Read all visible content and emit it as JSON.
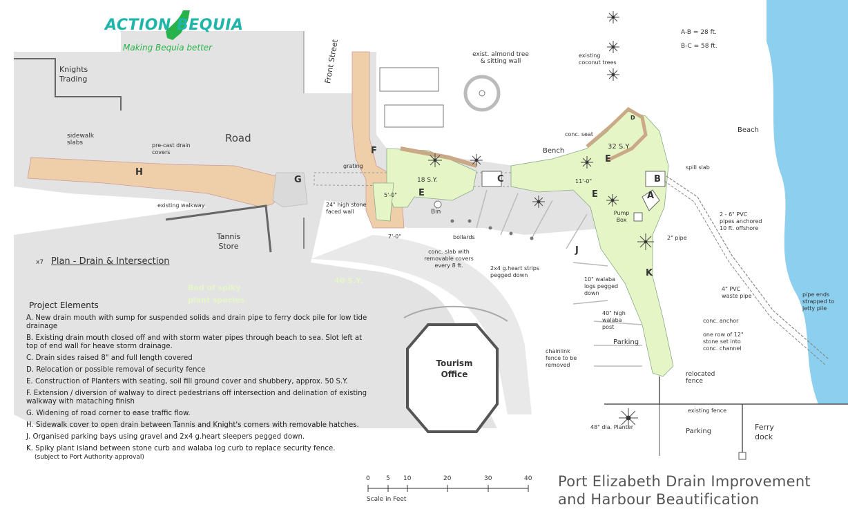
{
  "logo": {
    "name": "ACTION BEQUIA",
    "tagline": "Making Bequia better"
  },
  "dimensions": {
    "ab": "A-B = 28 ft.",
    "bc": "B-C = 58 ft."
  },
  "places": {
    "knights": "Knights Trading",
    "front_street": "Front Street",
    "road": "Road",
    "tannis": "Tannis Store",
    "tourism": "Tourism Office",
    "ferry_dock": "Ferry dock",
    "beach": "Beach",
    "parking_1": "Parking",
    "parking_2": "Parking",
    "bin": "Bin"
  },
  "letters": [
    "A",
    "B",
    "C",
    "D",
    "E",
    "E",
    "E",
    "F",
    "G",
    "H",
    "J",
    "K"
  ],
  "annotations": {
    "almond": "exist. almond tree & sitting wall",
    "coconut": "existing coconut trees",
    "sidewalk_slabs": "sidewalk slabs",
    "precast": "pre-cast drain covers",
    "existing_walkway": "existing     walkway",
    "grating": "grating",
    "stone_wall": "24\" high stone faced wall",
    "dim_5": "5'-0\"",
    "dim_7": "7'-0\"",
    "dim_11": "11'-0\"",
    "bollards": "bollards",
    "conc_slab": "conc. slab with removable covers every 8 ft.",
    "strips": "2x4 g.heart strips pegged down",
    "walaba_logs": "10\" walaba logs pegged down",
    "walaba_post": "40\" high walaba post",
    "chainlink": "chainlink fence to be removed",
    "relocated_fence": "relocated fence",
    "existing_fence": "existing fence",
    "planter": "48\" dia. Planter",
    "conc_seat": "conc. seat",
    "bench": "Bench",
    "sy_32": "32 S.Y",
    "sy_18": "18 S.Y.",
    "spill_slab": "spill slab",
    "pump_box": "Pump Box",
    "pipe_2": "2\" pipe",
    "pvc_pipes": "2 - 6\" PVC pipes anchored 10 ft. offshore",
    "waste_pipe": "4\" PVC waste pipe",
    "conc_anchor": "conc. anchor",
    "stone_row": "one row of 12\" stone set into conc. channel",
    "pipe_ends": "pipe ends strapped to jetty pile"
  },
  "ghost_text": {
    "spiky": "Bed of spiky plant species",
    "sy": "40 S.Y."
  },
  "plan_title": "Plan - Drain & Intersection",
  "plan_prefix": "x7",
  "project_elements": {
    "heading": "Project Elements",
    "items": [
      {
        "letter": "A.",
        "text": "New drain mouth with sump for suspended solids and drain pipe to ferry dock pile for low tide drainage"
      },
      {
        "letter": "B.",
        "text": "Existing drain mouth closed off and with storm water pipes through beach to sea. Slot left at top of end wall for heave storm drainage."
      },
      {
        "letter": "C.",
        "text": "Drain sides raised 8\" and full length covered"
      },
      {
        "letter": "D.",
        "text": "Relocation or possible removal of security fence"
      },
      {
        "letter": "E.",
        "text": "Construction of Planters with seating, soil fill ground cover and shubbery, approx. 50 S.Y."
      },
      {
        "letter": "F.",
        "text": "Extension / diversion of walway to direct pedestrians off intersection and delination of existing walkway with mataching finish"
      },
      {
        "letter": "G.",
        "text": "Widening of road corner to ease traffic flow."
      },
      {
        "letter": "H.",
        "text": "Sidewalk cover to open drain between Tannis and Knight's corners with removable hatches."
      },
      {
        "letter": "J.",
        "text": "Organised parking bays using gravel and 2x4 g.heart sleepers pegged down."
      },
      {
        "letter": "K.",
        "text": "Spiky plant island between stone curb and walaba log curb to replace security fence.",
        "note": "(subject to Port Authority approval)"
      }
    ]
  },
  "scale": {
    "ticks": [
      "0",
      "5",
      "10",
      "20",
      "30",
      "40"
    ],
    "caption": "Scale in Feet"
  },
  "title": {
    "line1": "Port Elizabeth Drain Improvement",
    "line2": "and Harbour Beautification"
  },
  "colors": {
    "road": "#e3e3e3",
    "sidewalk": "#efcfaa",
    "planter": "#e6f5c6",
    "sea": "#8ccfee",
    "logo_teal": "#1fb5a8",
    "logo_green": "#27b34a"
  }
}
